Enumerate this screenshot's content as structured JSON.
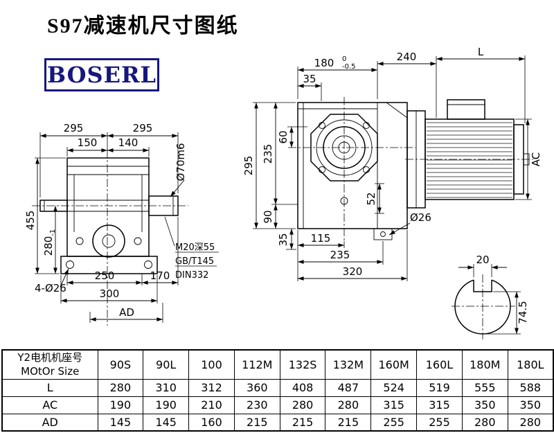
{
  "page": {
    "title": "S97减速机尺寸图纸",
    "logo_text": "BOSERL",
    "logo_color": "#17177f"
  },
  "front_view": {
    "dims": {
      "w295_left": "295",
      "w295_right": "295",
      "w150": "150",
      "w140": "140",
      "h455": "455",
      "h280": "280",
      "h280_tol": "-1",
      "holes": "4-Ø26",
      "w250": "250",
      "w170": "170",
      "w300": "300",
      "ad": "AD",
      "shaft": "Ø70m6",
      "note1": "M20深55",
      "note2": "GB/T145",
      "note3": "DIN332"
    }
  },
  "side_view": {
    "dims": {
      "w180": "180",
      "w180_tol_upper": "0",
      "w180_tol_lower": "-0.5",
      "w240": "240",
      "motor_l": "L",
      "w35_top": "35",
      "h60": "60",
      "h295": "295",
      "h235": "235",
      "h90": "90",
      "h35_bottom": "35",
      "h52": "52",
      "w115": "115",
      "w235": "235",
      "w320": "320",
      "hole": "Ø26",
      "motor_ac": "AC"
    }
  },
  "shaft_detail": {
    "dims": {
      "key_width": "20",
      "shaft_height": "74.5"
    }
  },
  "table": {
    "header": {
      "line1": "Y2电机机座号",
      "line2": "MOtOr Size"
    },
    "columns": [
      "90S",
      "90L",
      "100",
      "112M",
      "132S",
      "132M",
      "160M",
      "160L",
      "180M",
      "180L"
    ],
    "rows": [
      {
        "label": "L",
        "values": [
          "280",
          "310",
          "312",
          "360",
          "408",
          "487",
          "524",
          "519",
          "555",
          "588"
        ]
      },
      {
        "label": "AC",
        "values": [
          "190",
          "190",
          "210",
          "230",
          "280",
          "280",
          "315",
          "315",
          "350",
          "350"
        ]
      },
      {
        "label": "AD",
        "values": [
          "145",
          "145",
          "160",
          "215",
          "215",
          "215",
          "255",
          "255",
          "280",
          "280"
        ]
      }
    ]
  }
}
